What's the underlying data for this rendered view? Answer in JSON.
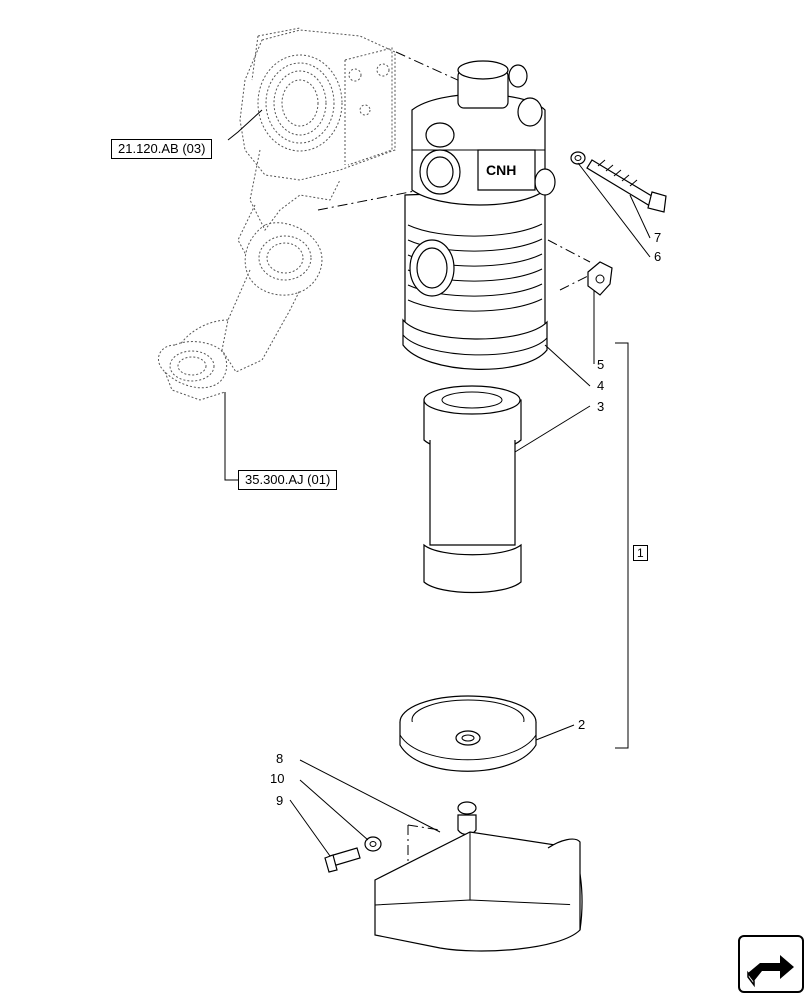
{
  "references": {
    "ref_upper": "21.120.AB (03)",
    "ref_lower": "35.300.AJ (01)"
  },
  "group_label": "1",
  "callouts": {
    "c2": "2",
    "c3": "3",
    "c4": "4",
    "c5": "5",
    "c6": "6",
    "c7": "7",
    "c8": "8",
    "c9": "9",
    "c10": "10"
  },
  "housing_logo": "CNH",
  "icons": {
    "nav": "next-page-arrow-icon"
  }
}
